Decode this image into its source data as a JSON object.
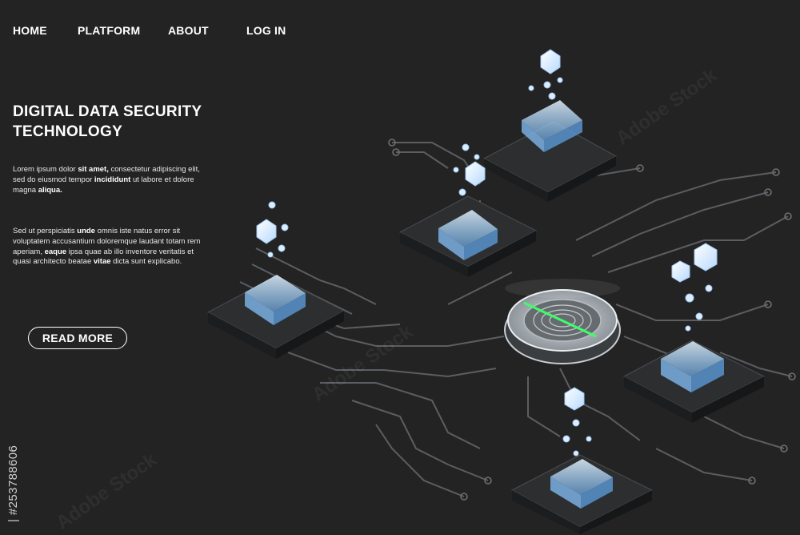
{
  "nav": {
    "items": [
      {
        "label": "HOME"
      },
      {
        "label": "PLATFORM"
      },
      {
        "label": "ABOUT"
      },
      {
        "label": "LOG IN"
      }
    ]
  },
  "hero": {
    "title_line1": "DIGITAL DATA SECURITY",
    "title_line2": "TECHNOLOGY",
    "para1": [
      {
        "t": "Lorem ipsum dolor ",
        "b": false
      },
      {
        "t": "sit amet,",
        "b": true
      },
      {
        "t": " consectetur adipiscing elit, sed do eiusmod tempor ",
        "b": false
      },
      {
        "t": "incididunt",
        "b": true
      },
      {
        "t": " ut labore et dolore magna ",
        "b": false
      },
      {
        "t": "aliqua.",
        "b": true
      }
    ],
    "para2": [
      {
        "t": "Sed ut perspiciatis ",
        "b": false
      },
      {
        "t": "unde",
        "b": true
      },
      {
        "t": " omnis iste natus error sit voluptatem accusantium doloremque laudant totam rem aperiam, ",
        "b": false
      },
      {
        "t": "eaque",
        "b": true
      },
      {
        "t": " ipsa quae ab illo inventore veritatis et quasi architecto beatae ",
        "b": false
      },
      {
        "t": "vitae",
        "b": true
      },
      {
        "t": " dicta sunt explicabo.",
        "b": false
      }
    ],
    "read_more": "READ MORE"
  },
  "watermark": {
    "text": "Adobe Stock",
    "stock_id": "| #253788606"
  },
  "colors": {
    "background": "#232323",
    "chip": "#2d2f30",
    "glow": "#a9d4ff",
    "circuit": "#5c5f63",
    "scan_line": "#3dff6a"
  },
  "icons": {
    "fingerprint": "fingerprint-scanner-icon",
    "chip": "microchip-icon",
    "data_cube": "data-cube-icon"
  }
}
